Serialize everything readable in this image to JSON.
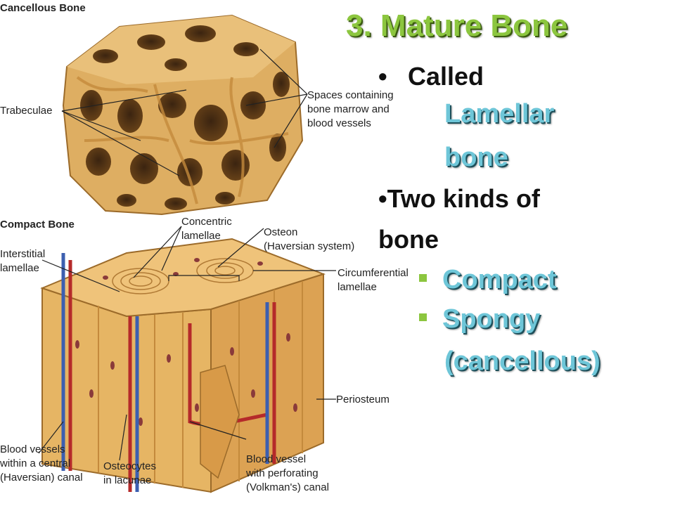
{
  "slide": {
    "title": "3.  Mature Bone",
    "bullets": {
      "called_bullet": "•",
      "called_text": "Called",
      "lamellar_1": "Lamellar",
      "lamellar_2": "bone",
      "two_kinds_1": "•Two kinds of",
      "two_kinds_2": "bone",
      "compact": "Compact",
      "spongy_1": "Spongy",
      "spongy_2": "(cancellous)"
    }
  },
  "diagram": {
    "cancellous_title": "Cancellous Bone",
    "trabeculae": "Trabeculae",
    "spaces": "Spaces containing\nbone marrow and\nblood vessels",
    "compact_title": "Compact Bone",
    "interstitial": "Interstitial\nlamellae",
    "concentric": "Concentric\nlamellae",
    "osteon": "Osteon\n(Haversian system)",
    "circumferential": "Circumferential\nlamellae",
    "periosteum": "Periosteum",
    "blood_central": "Blood vessels\nwithin a central\n(Haversian) canal",
    "osteocytes": "Osteocytes\nin lacunae",
    "volkman": "Blood vessel\nwith perforating\n(Volkman's) canal"
  },
  "colors": {
    "title_green": "#8cc63f",
    "accent_teal": "#6ec6d8",
    "bone_tan": "#d9a55a",
    "vessel_red": "#b52a2a",
    "vessel_blue": "#3c5fb0"
  }
}
